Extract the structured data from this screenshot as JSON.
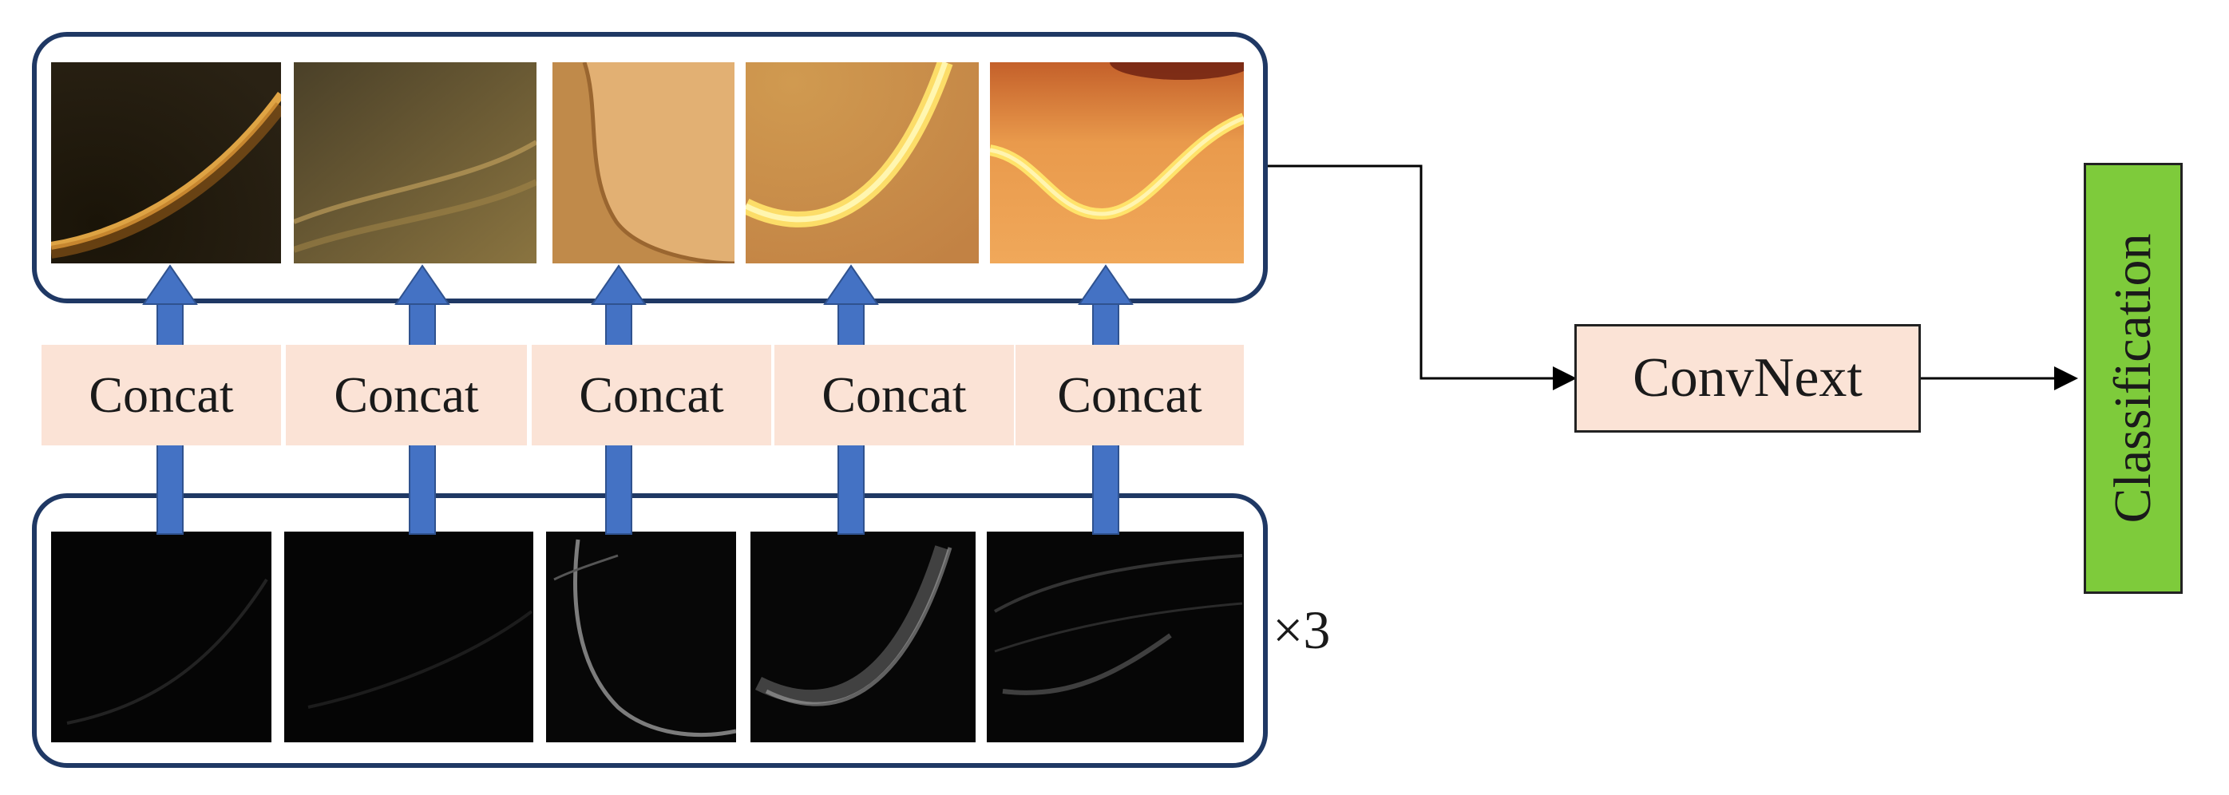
{
  "concat_label": "Concat",
  "labels": {
    "concat": [
      "Concat",
      "Concat",
      "Concat",
      "Concat",
      "Concat"
    ],
    "model": "ConvNext",
    "output": "Classification",
    "multiplier": "×3"
  },
  "colors": {
    "panel_border": "#1f3864",
    "concat_fill": "#fbe3d6",
    "arrow_fill": "#4472c4",
    "classification_fill": "#7ecb3b"
  },
  "icons": [
    "arrow-up-icon",
    "arrow-right-icon"
  ]
}
